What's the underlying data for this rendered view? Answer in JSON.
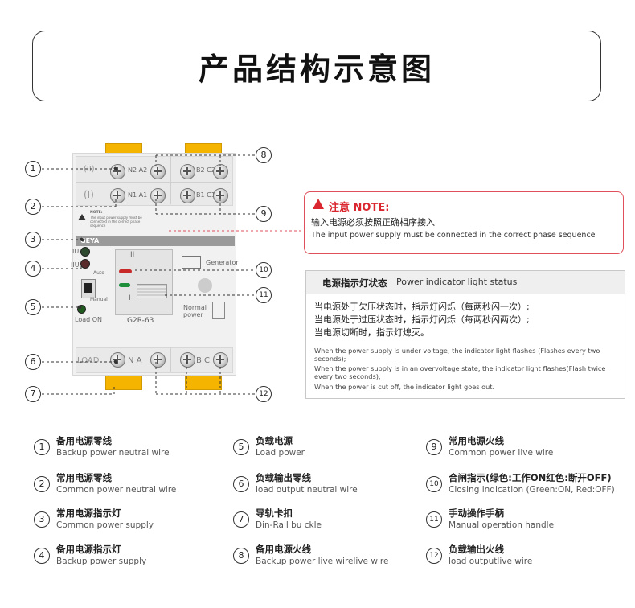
{
  "title": "产品结构示意图",
  "callouts": [
    "1",
    "2",
    "3",
    "4",
    "5",
    "6",
    "7",
    "8",
    "9",
    "10",
    "11",
    "12"
  ],
  "device": {
    "top_row1_left": "(II)",
    "top_row1_left_terms": "N2  A2",
    "top_row1_right_terms": "B2  C2",
    "top_row2_left": "(I)",
    "top_row2_left_terms": "N1  A1",
    "top_row2_right_terms": "B1  C1",
    "note_small": "NOTE:",
    "note_small_text": "The input power supply must be connected in the correct phase sequence",
    "brand": "GEYA",
    "iu_label": "IU",
    "iiu_label": "IIU",
    "auto_label": "Auto",
    "manual_label": "Manual",
    "load_on_label": "Load ON",
    "handle_ii": "II",
    "handle_i": "I",
    "model": "G2R-63",
    "generator_label": "Generator",
    "normal_power_label": "Normal power",
    "bottom_left": "LOAD",
    "bottom_left_terms": "N  A",
    "bottom_right_terms": "B  C"
  },
  "note": {
    "title": "注意 NOTE:",
    "cn": "输入电源必须按照正确相序接入",
    "en": "The input power  supply must be  connected in the  correct phase  sequence"
  },
  "status": {
    "head_cn": "电源指示灯状态",
    "head_en": "Power indicator light status",
    "cn1": "当电源处于欠压状态时，指示灯闪烁（每两秒闪一次）;",
    "cn2": "当电源处于过压状态时，指示灯闪烁（每两秒闪两次）;",
    "cn3": "当电源切断时，指示灯熄灭。",
    "en1": "When the power supply is under voltage, the indicator light flashes (Flashes every two seconds);",
    "en2": "When the power supply is in an overvoltage state, the indicator light flashes(Flash twice every two seconds);",
    "en3": "When the power is cut off, the indicator light goes out."
  },
  "legend": [
    {
      "num": "1",
      "cn": "备用电源零线",
      "en": "Backup power neutral wire"
    },
    {
      "num": "2",
      "cn": "常用电源零线",
      "en": "Common power neutral wire"
    },
    {
      "num": "3",
      "cn": "常用电源指示灯",
      "en": "Common power supply"
    },
    {
      "num": "4",
      "cn": "备用电源指示灯",
      "en": "Backup power supply"
    },
    {
      "num": "5",
      "cn": "负载电源",
      "en": "Load power"
    },
    {
      "num": "6",
      "cn": "负载输出零线",
      "en": "load output neutral wire"
    },
    {
      "num": "7",
      "cn": "导轨卡扣",
      "en": "Din-Rail bu ckle"
    },
    {
      "num": "8",
      "cn": "备用电源火线",
      "en": "Backup power live wirelive wire"
    },
    {
      "num": "9",
      "cn": "常用电源火线",
      "en": "Common power live wire"
    },
    {
      "num": "10",
      "cn": "合闸指示(绿色:工作ON红色:断开OFF)",
      "en": "Closing indication (Green:ON, Red:OFF)"
    },
    {
      "num": "11",
      "cn": "手动操作手柄",
      "en": "Manual operation handle"
    },
    {
      "num": "12",
      "cn": "负载输出火线",
      "en": "load outputlive wire"
    }
  ],
  "colors": {
    "accent_red": "#d9262f",
    "clip_yellow": "#f5b400",
    "border": "#333333"
  }
}
